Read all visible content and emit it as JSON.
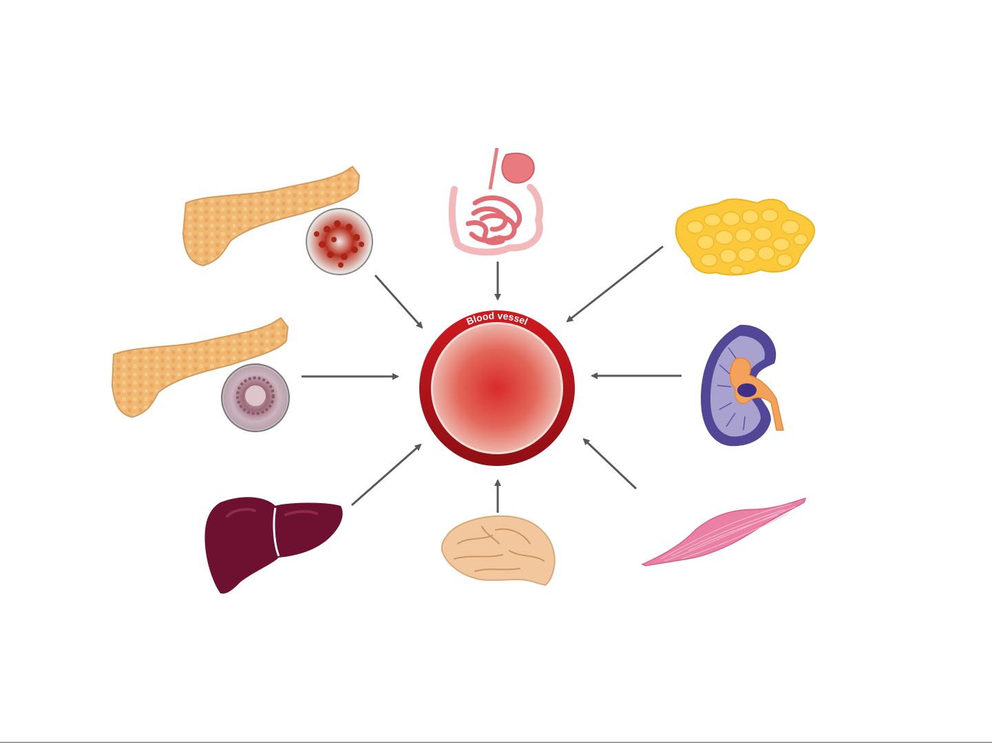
{
  "center": {
    "label": "Blood vessel",
    "colors": {
      "outer": "#c0151b",
      "inner": "#d8322e",
      "highlight": "#f4ded8",
      "text": "#ffffff"
    }
  },
  "organs": [
    {
      "id": "pancreas-upper",
      "icon": "pancreas-with-stained-islet-icon"
    },
    {
      "id": "gut",
      "icon": "gastrointestinal-tract-icon"
    },
    {
      "id": "adipose",
      "icon": "adipose-tissue-icon"
    },
    {
      "id": "pancreas-lower",
      "icon": "pancreas-with-islet-icon"
    },
    {
      "id": "kidney",
      "icon": "kidney-icon"
    },
    {
      "id": "liver",
      "icon": "liver-icon"
    },
    {
      "id": "brain",
      "icon": "brain-icon"
    },
    {
      "id": "muscle",
      "icon": "muscle-icon"
    }
  ],
  "colors": {
    "arrow": "#585858",
    "pancreas": "#f0b873",
    "gut": "#e87a80",
    "adipose": "#fbc93a",
    "kidney": "#524696",
    "liver": "#6e1030",
    "brain": "#f2c79d",
    "muscle": "#ea80a4"
  }
}
